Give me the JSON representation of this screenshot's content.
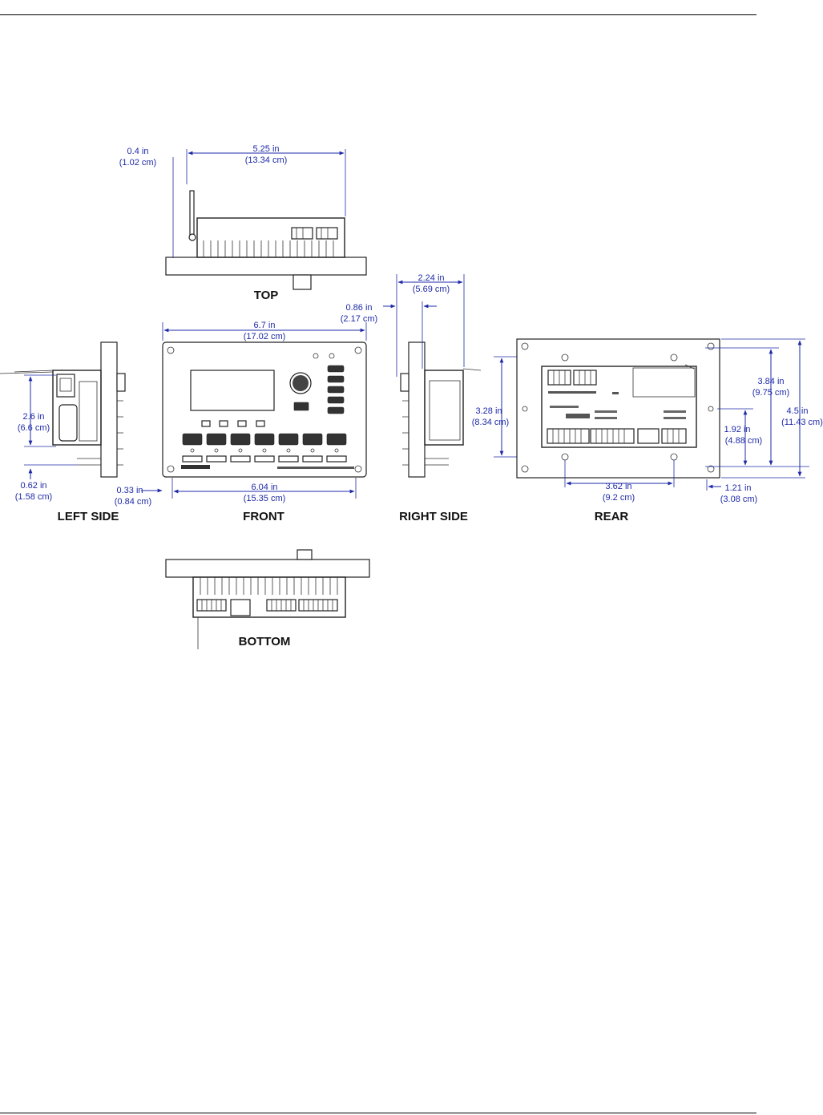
{
  "views": {
    "top": "TOP",
    "left_side": "LEFT SIDE",
    "front": "FRONT",
    "right_side": "RIGHT SIDE",
    "rear": "REAR",
    "bottom": "BOTTOM"
  },
  "dimensions": {
    "top_offset_in": "0.4 in",
    "top_offset_cm": "(1.02 cm)",
    "top_width_in": "5.25 in",
    "top_width_cm": "(13.34 cm)",
    "right_depth_in": "2.24 in",
    "right_depth_cm": "(5.69 cm)",
    "right_step_in": "0.86 in",
    "right_step_cm": "(2.17 cm)",
    "front_width_in": "6.7 in",
    "front_width_cm": "(17.02 cm)",
    "left_height_in": "2.6 in",
    "left_height_cm": "(6.6 cm)",
    "left_offset_in": "0.62 in",
    "left_offset_cm": "(1.58 cm)",
    "front_margin_in": "0.33 in",
    "front_margin_cm": "(0.84 cm)",
    "front_inner_in": "6.04 in",
    "front_inner_cm": "(15.35 cm)",
    "right_height_in": "3.28 in",
    "right_height_cm": "(8.34 cm)",
    "rear_hole_v_in": "3.84 in",
    "rear_hole_v_cm": "(9.75 cm)",
    "rear_total_in": "4.5 in",
    "rear_total_cm": "(11.43 cm)",
    "rear_half_in": "1.92 in",
    "rear_half_cm": "(4.88 cm)",
    "rear_hole_h_in": "3.62 in",
    "rear_hole_h_cm": "(9.2 cm)",
    "rear_edge_in": "1.21 in",
    "rear_edge_cm": "(3.08 cm)"
  }
}
